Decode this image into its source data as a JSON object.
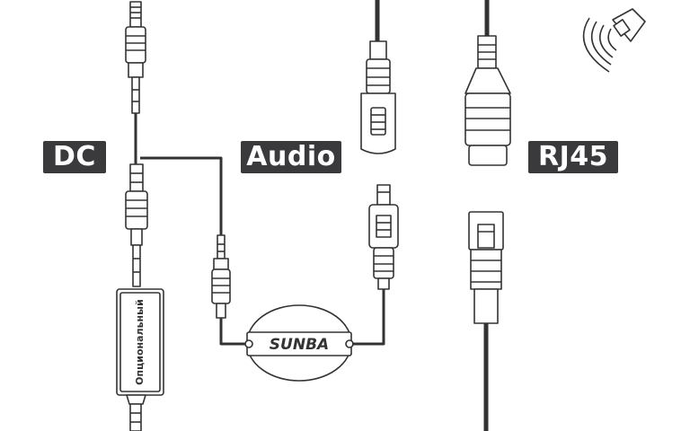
{
  "labels": {
    "dc": "DC",
    "audio": "Audio",
    "rj45": "RJ45"
  },
  "power_box_text": "Опциональный",
  "audio_module_text": "SUNBA",
  "icons": {
    "speaker": "speaker-waves-icon"
  },
  "colors": {
    "label_bg": "#3a3a3c",
    "label_text": "#ffffff",
    "line": "#333333",
    "fill": "#ffffff"
  }
}
